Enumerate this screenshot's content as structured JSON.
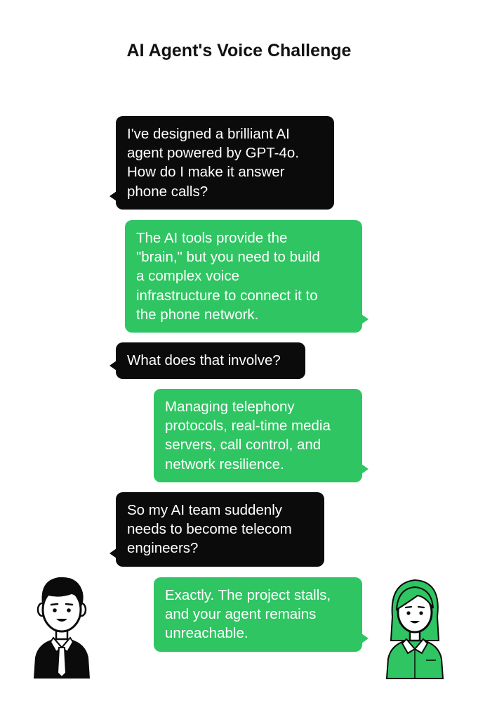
{
  "title": "AI Agent's Voice Challenge",
  "colors": {
    "user_bubble": "#0b0b0b",
    "reply_bubble": "#2fc562",
    "text": "#ffffff",
    "title": "#111111"
  },
  "messages": [
    {
      "speaker": "user",
      "lines": [
        "I've designed a brilliant AI",
        "agent powered by GPT-4o.",
        "How do I make it answer",
        "phone calls?"
      ]
    },
    {
      "speaker": "assistant",
      "lines": [
        "The AI tools provide the",
        "\"brain,\" but you need to build",
        "a complex voice",
        "infrastructure to connect it to",
        "the phone network."
      ]
    },
    {
      "speaker": "user",
      "lines": [
        "What does that involve?"
      ]
    },
    {
      "speaker": "assistant",
      "lines": [
        "Managing telephony",
        "protocols, real-time media",
        "servers, call control, and",
        "network resilience."
      ]
    },
    {
      "speaker": "user",
      "lines": [
        "So my AI team suddenly",
        "needs to become telecom",
        "engineers?"
      ]
    },
    {
      "speaker": "assistant",
      "lines": [
        "Exactly. The project stalls,",
        "and your agent remains",
        "unreachable."
      ]
    }
  ],
  "avatars": {
    "left": "man-avatar-icon",
    "right": "woman-avatar-icon"
  }
}
